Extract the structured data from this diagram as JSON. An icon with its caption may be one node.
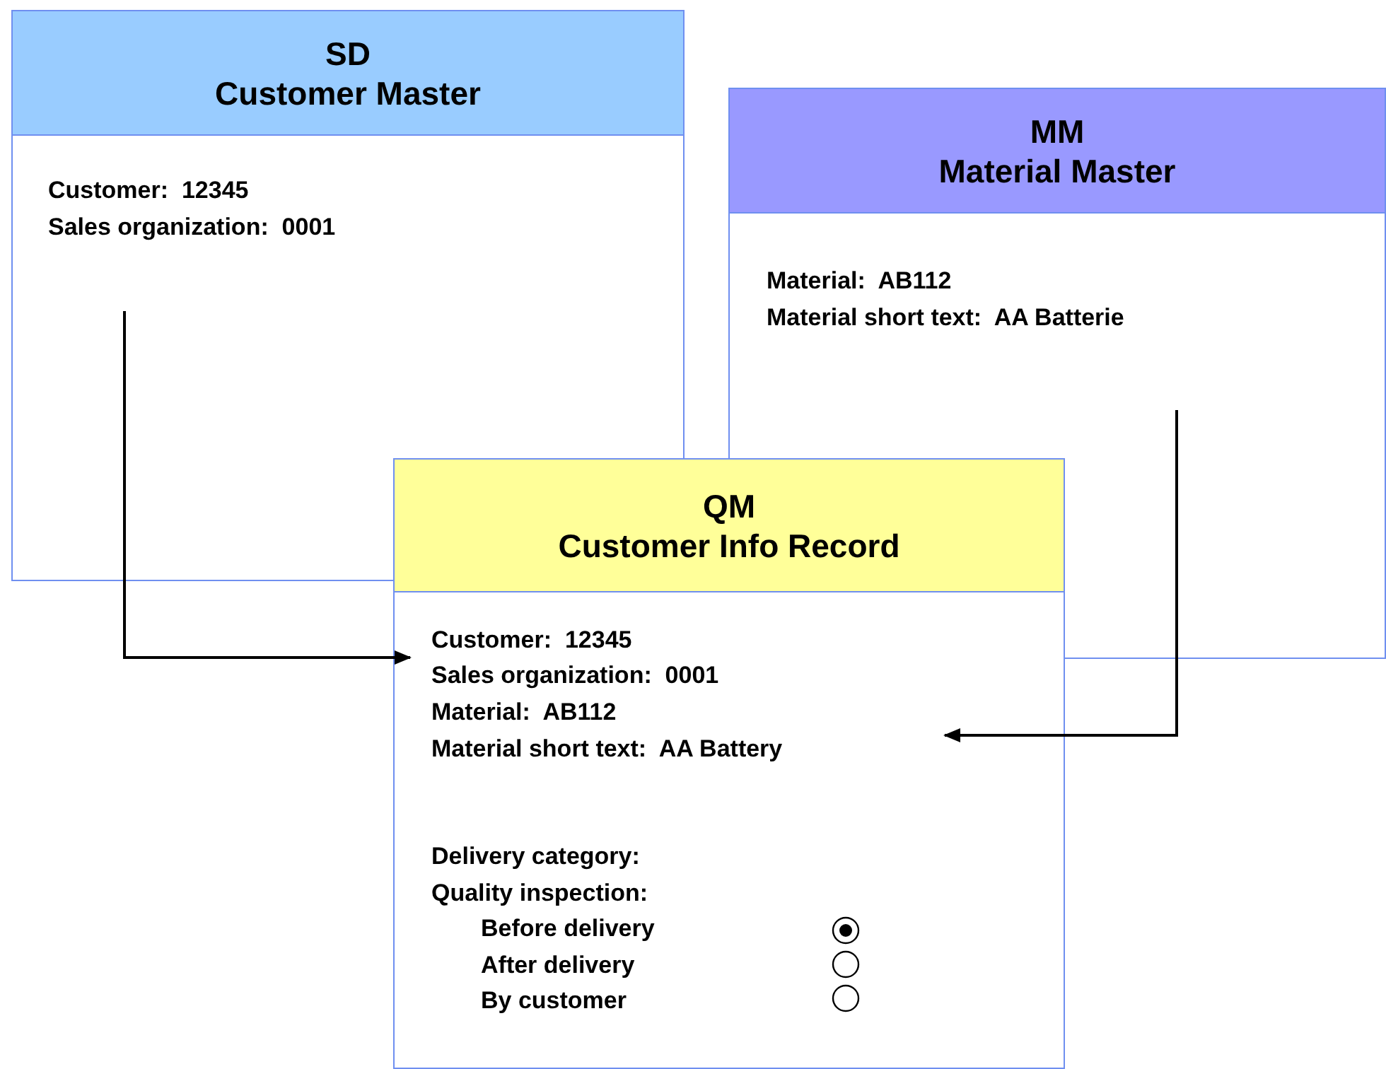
{
  "diagram": {
    "nodes": [
      {
        "text": [
          "SD Customer Master",
          "Customer:  12345",
          "Sales organization:  0001"
        ]
      },
      {
        "text": [
          "MM Material Master",
          "Material:  AB112",
          "Material short text:  AA Batterie"
        ]
      },
      {
        "text": [
          "QM Customer Info Record",
          "Customer:  12345",
          "Sales organization:  0001",
          "Material:  AB112",
          "Material short text:  AA Battery",
          "Delivery category:",
          "Quality inspection:",
          "Before delivery",
          "After delivery",
          "By customer"
        ]
      },
      {
        "text": [],
        "shape": "bullseye",
        "in": 2
      },
      {
        "text": [],
        "shape": "circle",
        "in": 2
      },
      {
        "text": [],
        "shape": "circle",
        "in": 2
      }
    ],
    "edges": [
      {
        "from": 0,
        "to": 2,
        "arrow": "to"
      },
      {
        "from": 1,
        "to": 2,
        "arrow": "to"
      }
    ]
  }
}
